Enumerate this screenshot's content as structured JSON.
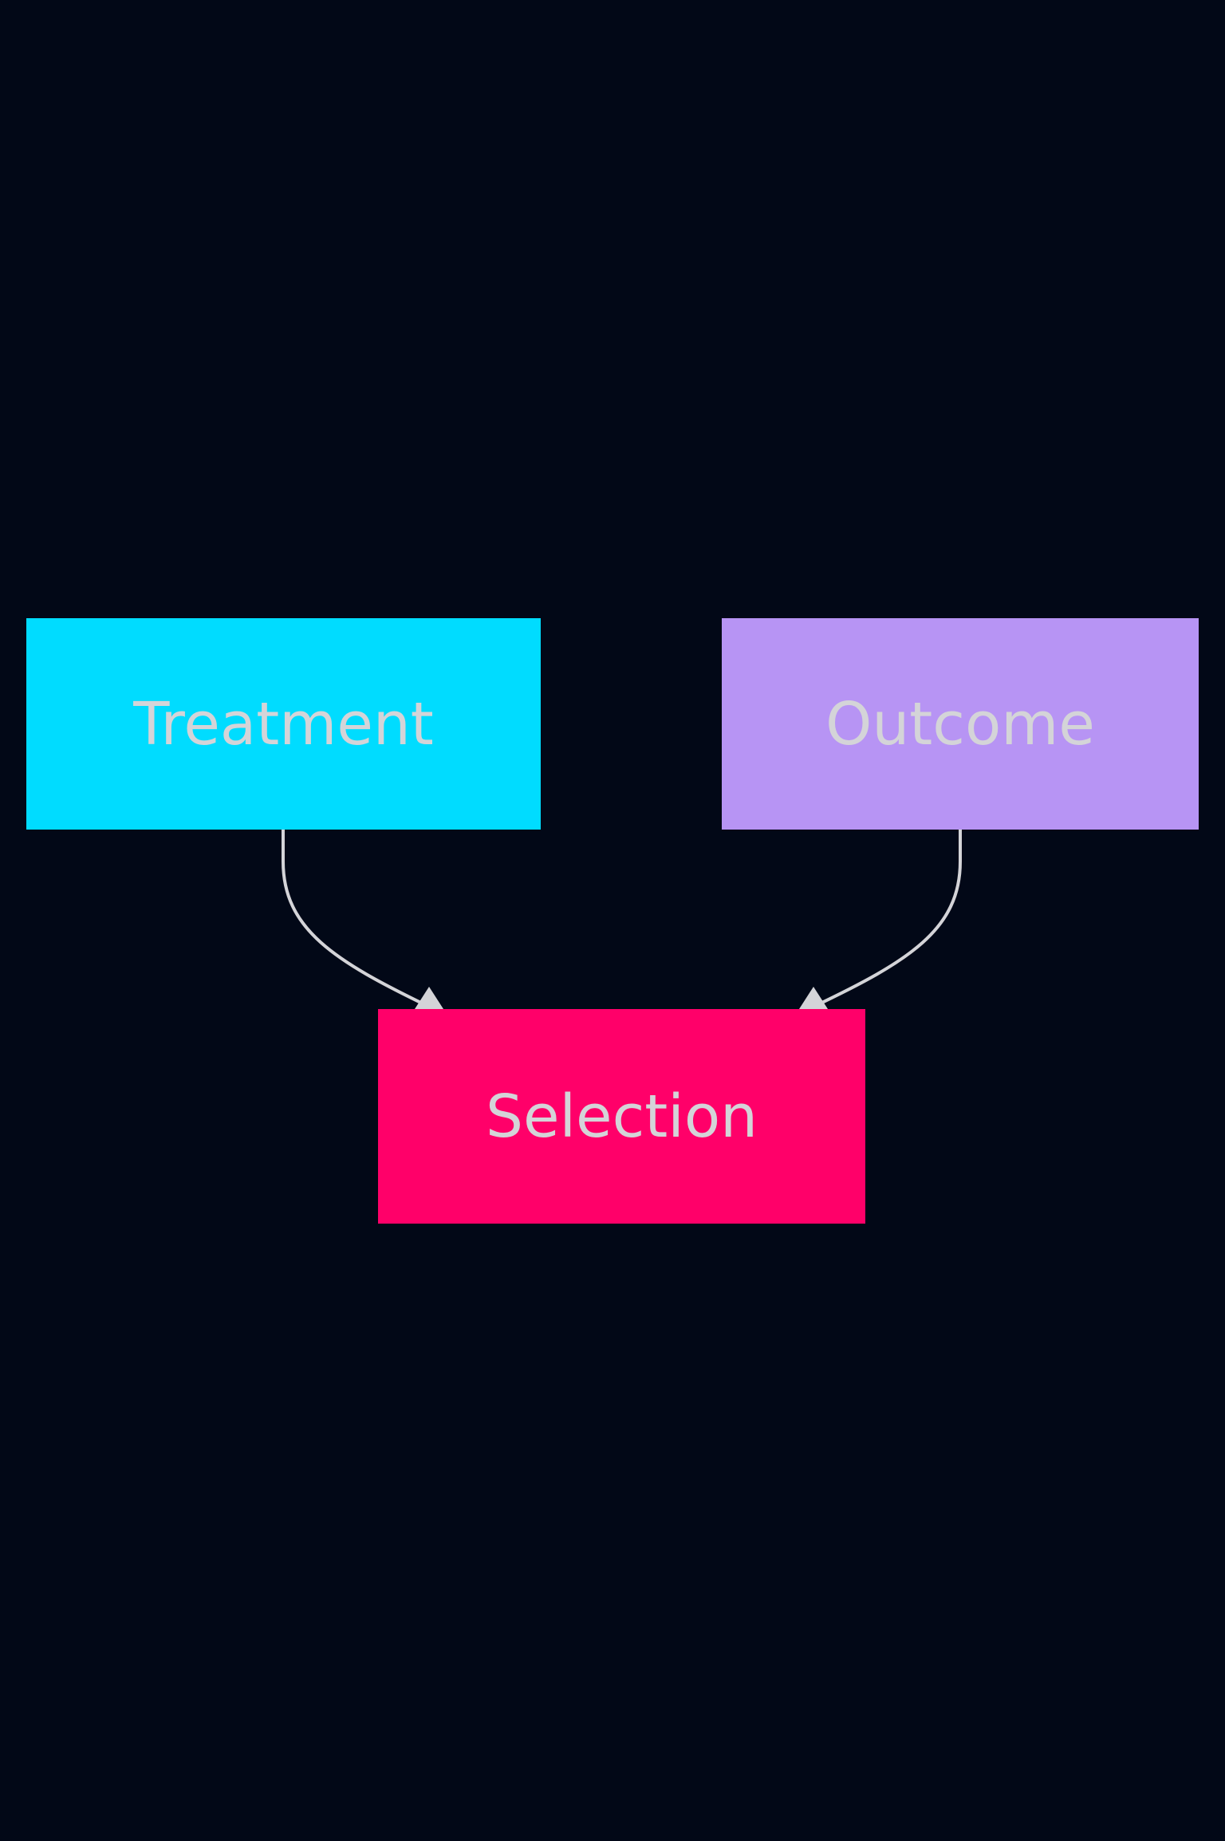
{
  "nodes": {
    "treatment": {
      "label": "Treatment",
      "fill": "#00dcff"
    },
    "outcome": {
      "label": "Outcome",
      "fill": "#b794f4"
    },
    "selection": {
      "label": "Selection",
      "fill": "#ff0069"
    }
  },
  "edges": [
    {
      "from": "treatment",
      "to": "selection"
    },
    {
      "from": "outcome",
      "to": "selection"
    }
  ],
  "colors": {
    "background": "#020817",
    "edge": "#d4d4d8",
    "label": "#d4d4d8"
  }
}
